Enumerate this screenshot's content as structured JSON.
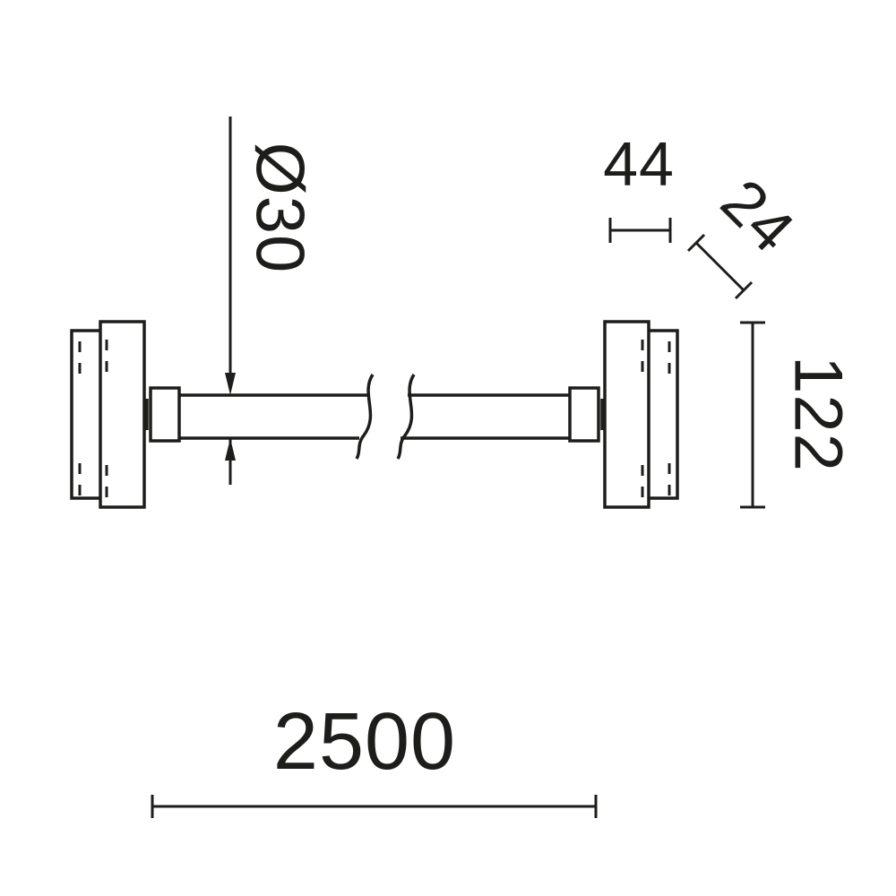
{
  "diagram": {
    "labels": {
      "tube_diameter": "Ø30",
      "mount_width": "44",
      "mount_depth": "24",
      "mount_height": "122",
      "overall_length": "2500"
    },
    "colors": {
      "line": "#1d1d1b",
      "background": "#ffffff"
    }
  }
}
